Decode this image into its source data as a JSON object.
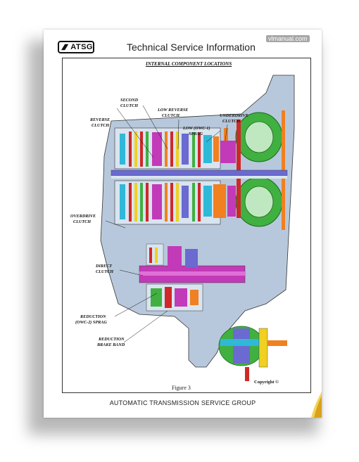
{
  "header": {
    "logo_text": "ATSG",
    "title": "Technical Service Information",
    "watermark": "vlmanual.com"
  },
  "diagram": {
    "title": "INTERNAL COMPONENT LOCATIONS",
    "labels": {
      "second_clutch": [
        "SECOND",
        "CLUTCH"
      ],
      "low_reverse_clutch": [
        "LOW REVERSE",
        "CLUTCH"
      ],
      "reverse_clutch": [
        "REVERSE",
        "CLUTCH"
      ],
      "low_owc1_sprag": [
        "LOW (OWC-1)",
        "SPRAG"
      ],
      "underdrive_clutch": [
        "UNDERDRIVE",
        "CLUTCH"
      ],
      "overdrive_clutch": [
        "OVERDRIVE",
        "CLUTCH"
      ],
      "direct_clutch": [
        "DIRECT",
        "CLUTCH"
      ],
      "reduction_owc2_sprag": [
        "REDUCTION",
        "(OWC-2) SPRAG"
      ],
      "reduction_brake_band": [
        "REDUCTION",
        "BRAKE BAND"
      ]
    }
  },
  "footer": {
    "copyright": "Copyright ©",
    "figure_caption": "Figure 3",
    "group_name": "AUTOMATIC TRANSMISSION SERVICE GROUP"
  },
  "colors": {
    "case": "#b8c8dc",
    "shaft": "#6a6ad0",
    "magenta": "#c23ab8",
    "orange": "#f08020",
    "green": "#40b040",
    "red": "#d02828",
    "yellow": "#f0d020",
    "cyan": "#30b8d8",
    "page_curl": "#d9a21a"
  }
}
